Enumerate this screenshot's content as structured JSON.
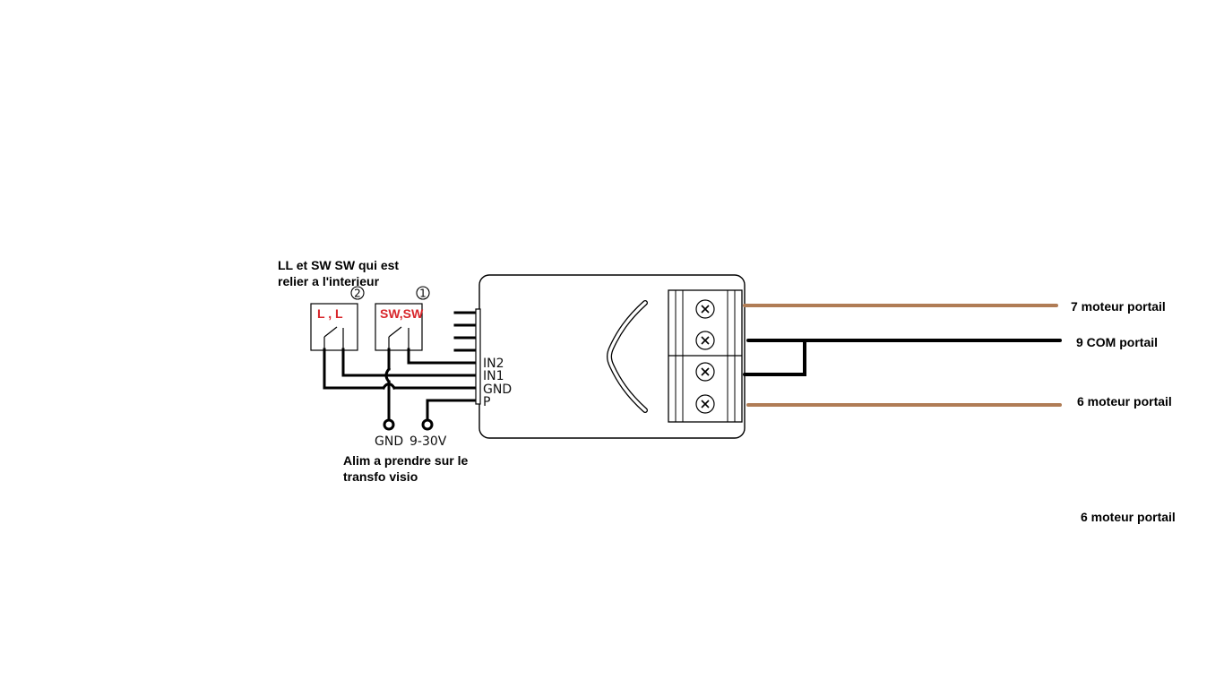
{
  "notes": {
    "top_line1": "LL et SW SW qui est",
    "top_line2": "relier a l'interieur",
    "bottom_line1": "Alim a prendre sur le",
    "bottom_line2": "transfo visio"
  },
  "switches": {
    "left_label": "L , L",
    "left_number": "2",
    "right_label": "SW,SW",
    "right_number": "1"
  },
  "pins": {
    "in2": "IN2",
    "in1": "IN1",
    "gnd": "GND",
    "p": "P"
  },
  "power": {
    "gnd": "GND",
    "voltage": "9-30V"
  },
  "outputs": {
    "o1": "7 moteur portail",
    "o2": "9 COM portail",
    "o3": "6 moteur portail",
    "o4": "6 moteur portail"
  },
  "colors": {
    "wire_brown": "#b07c55",
    "wire_black": "#000000",
    "label_red": "#d8262b"
  }
}
